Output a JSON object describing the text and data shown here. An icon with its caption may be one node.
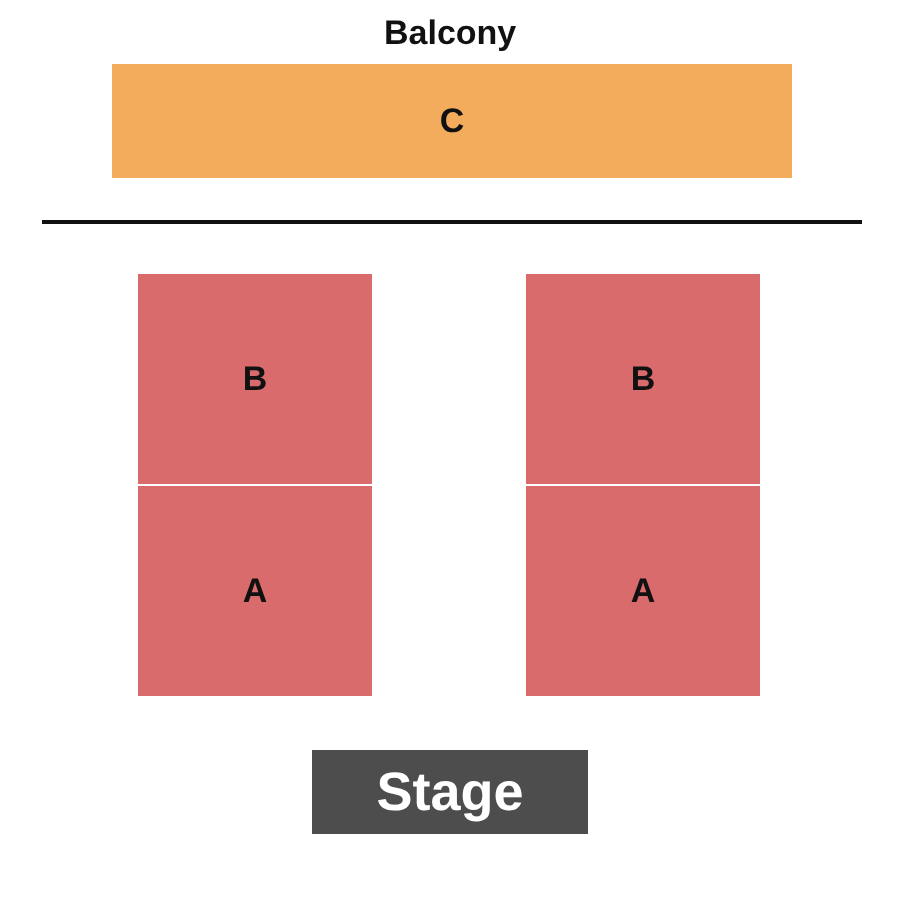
{
  "diagram": {
    "nodes": [
      {
        "text": [
          "C"
        ]
      },
      {
        "text": [
          "B"
        ]
      },
      {
        "text": [
          "B"
        ]
      },
      {
        "text": [
          "A"
        ]
      },
      {
        "text": [
          "A"
        ]
      },
      {
        "text": [
          "Stage"
        ]
      }
    ],
    "labels": [
      "Balcony"
    ]
  }
}
